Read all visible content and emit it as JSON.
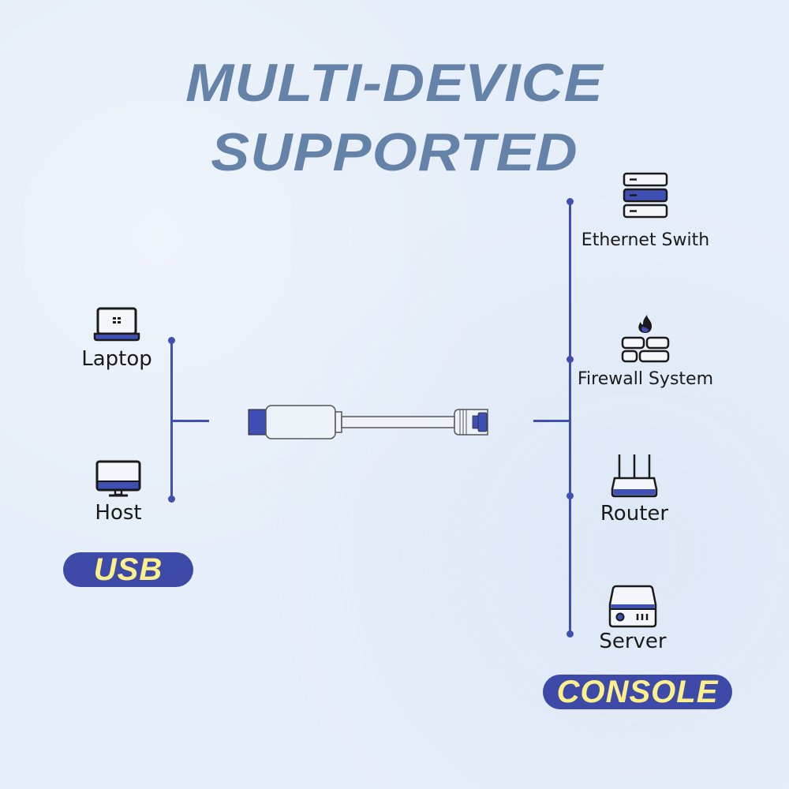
{
  "title": {
    "line1": "MULTI-DEVICE",
    "line2": "SUPPORTED",
    "color": "#6582a8"
  },
  "left": {
    "devices": [
      {
        "label": "Laptop",
        "icon": "laptop-icon"
      },
      {
        "label": "Host",
        "icon": "desktop-monitor-icon"
      }
    ],
    "badge": "USB"
  },
  "cable": {
    "left_connector": "usb-connector",
    "right_connector": "rj45-connector"
  },
  "right": {
    "devices": [
      {
        "label": "Ethernet Swith",
        "icon": "ethernet-switch-icon"
      },
      {
        "label": "Firewall System",
        "icon": "firewall-icon"
      },
      {
        "label": "Router",
        "icon": "router-icon"
      },
      {
        "label": "Server",
        "icon": "server-icon"
      }
    ],
    "badge": "CONSOLE"
  },
  "colors": {
    "accent": "#3f4fb3",
    "badge_bg": "#3d4aa8",
    "badge_text": "#fdf08a",
    "background": "#e6eef9"
  }
}
